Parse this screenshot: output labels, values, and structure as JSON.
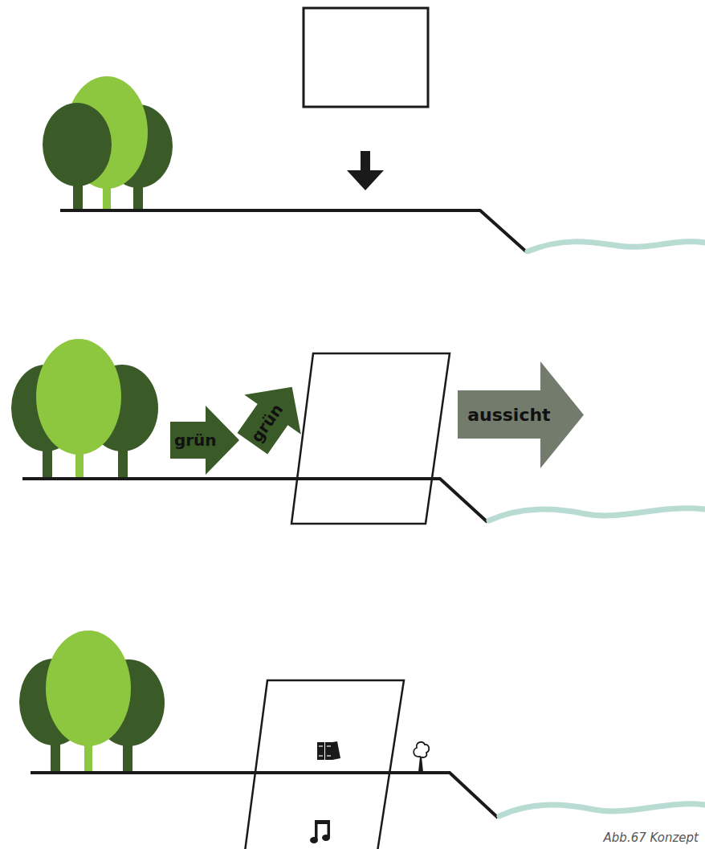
{
  "diagram": {
    "caption": "Abb.67 Konzept",
    "nodes": [
      {
        "text": [
          "grün"
        ]
      },
      {
        "text": [
          "grün"
        ]
      },
      {
        "text": [
          "aussicht"
        ]
      }
    ]
  }
}
